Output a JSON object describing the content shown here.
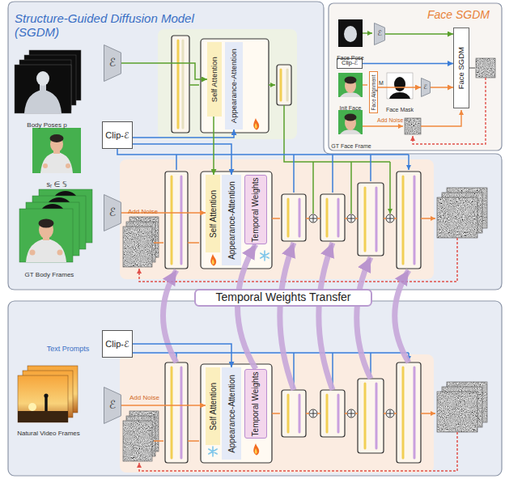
{
  "diagram": {
    "nodes": [
      {
        "text": [
          "Structure-Guided Diffusion Model (SGDM)"
        ]
      },
      {
        "text": [
          "ℰ"
        ],
        "in": 0
      },
      {
        "text": [
          "Clip-ℰ"
        ],
        "in": 0
      },
      {
        "text": [
          "ℰ"
        ],
        "in": 0
      },
      {
        "text": [
          "Self Attention"
        ],
        "in": 0
      },
      {
        "text": [
          "Appearance-Attention"
        ],
        "in": 0
      },
      {
        "text": [
          "Self Attention"
        ],
        "in": 0
      },
      {
        "text": [
          "Appearance-Attention"
        ],
        "in": 0
      },
      {
        "text": [
          "Temporal Weights"
        ],
        "in": 0
      },
      {
        "text": [
          "Face SGDM"
        ]
      },
      {
        "text": [
          "ℰ"
        ],
        "in": 9
      },
      {
        "text": [
          "Clip-ℰ"
        ],
        "in": 9
      },
      {
        "text": [
          "Face Alignment"
        ],
        "in": 9
      },
      {
        "text": [
          "ℰ"
        ],
        "in": 9
      },
      {
        "text": [
          "Face SGDM"
        ],
        "in": 9
      },
      {
        "text": [
          "Temporal Weights Transfer"
        ]
      },
      {
        "text": [
          "Clip-ℰ"
        ]
      },
      {
        "text": [
          "ℰ"
        ]
      },
      {
        "text": [
          "Self Attention"
        ]
      },
      {
        "text": [
          "Appearance-Attention"
        ]
      },
      {
        "text": [
          "Temporal Weights"
        ]
      }
    ],
    "edges": [
      {
        "from": 1,
        "to": 4,
        "arrow": "to"
      },
      {
        "from": 2,
        "to": 5,
        "arrow": "to"
      },
      {
        "from": 2,
        "to": 7,
        "arrow": "to"
      },
      {
        "from": 3,
        "to": 6,
        "arrow": "to"
      },
      {
        "from": 4,
        "to": 6,
        "arrow": "to"
      },
      {
        "from": 10,
        "to": 14,
        "arrow": "to"
      },
      {
        "from": 11,
        "to": 14,
        "arrow": "to"
      },
      {
        "from": 12,
        "to": 13,
        "arrow": "to"
      },
      {
        "from": 13,
        "to": 14,
        "arrow": "to"
      },
      {
        "from": 16,
        "to": 19,
        "arrow": "to"
      },
      {
        "from": 17,
        "to": 18,
        "arrow": "to"
      },
      {
        "from": 20,
        "to": 8,
        "arrow": "to"
      }
    ],
    "labels": [
      "Body Poses p",
      "sᵣ ∈ 𝕊",
      "GT Body Frames",
      "Add Noise",
      "Face Pose",
      "Init Face",
      "Face Mask",
      "M",
      "GT Face Frame",
      "Add Noise",
      "Text Prompts",
      "Natural Video Frames",
      "Add Noise"
    ]
  }
}
